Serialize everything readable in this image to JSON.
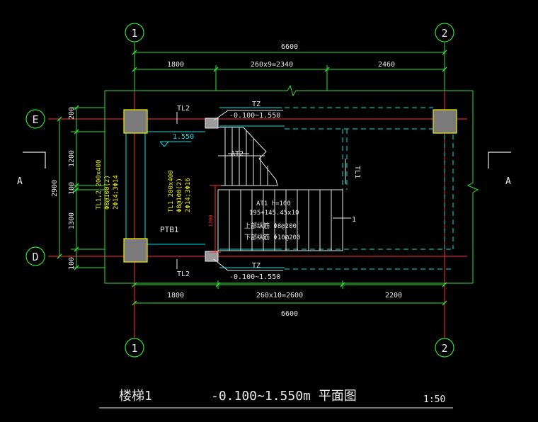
{
  "grid": {
    "axis_1": "1",
    "axis_2": "2",
    "axis_E": "E",
    "axis_D": "D"
  },
  "section_mark": {
    "left": "A",
    "right": "A"
  },
  "dimensions": {
    "top_total": "6600",
    "top_seg_1": "1800",
    "top_seg_2": "260x9=2340",
    "top_seg_3": "2460",
    "bottom_seg_1": "1800",
    "bottom_seg_2": "260x10=2600",
    "bottom_seg_3": "2200",
    "bottom_total": "6600",
    "left_total": "2900",
    "left_seg_1": "200",
    "left_seg_2": "1200",
    "left_seg_3": "100",
    "left_seg_4": "1300",
    "left_seg_5": "100",
    "red_dim": "1300"
  },
  "labels": {
    "tl2_top": "TL2",
    "tz_top": "TZ",
    "tz_top_level": "-0.100~1.550",
    "level_mark": "1.550",
    "at2": "AT2",
    "tl1_right": "TL1",
    "at1_1": "AT1 h=100",
    "at1_2": "195+145.45x10",
    "at1_3": "上部纵筋 Φ8@200",
    "at1_4": "下部纵筋 Φ10@200",
    "ptb1": "PTB1",
    "tl1_left_1": "TL1 200x400",
    "tl1_left_2": "Φ8@100(2)",
    "tl1_left_3": "2Φ14;3Φ16",
    "tl12_1": "TL1,2 200x400",
    "tl12_2": "Φ8@100(2)",
    "tl12_3": "2Φ14;3Φ14",
    "tz_bottom": "TZ",
    "tz_bottom_level": "-0.100~1.550",
    "tl2_bottom": "TL2",
    "cut_mark": "1"
  },
  "title": {
    "name": "楼梯1",
    "range": "-0.100~1.550m 平面图",
    "scale": "1:50"
  },
  "colors": {
    "background": "#000000",
    "white": "#e8e8e8",
    "yellow": "#f2f200",
    "green": "#2fe02f",
    "cyan": "#00e5e5",
    "red": "#ff3030",
    "column": "#7a7a7a"
  }
}
